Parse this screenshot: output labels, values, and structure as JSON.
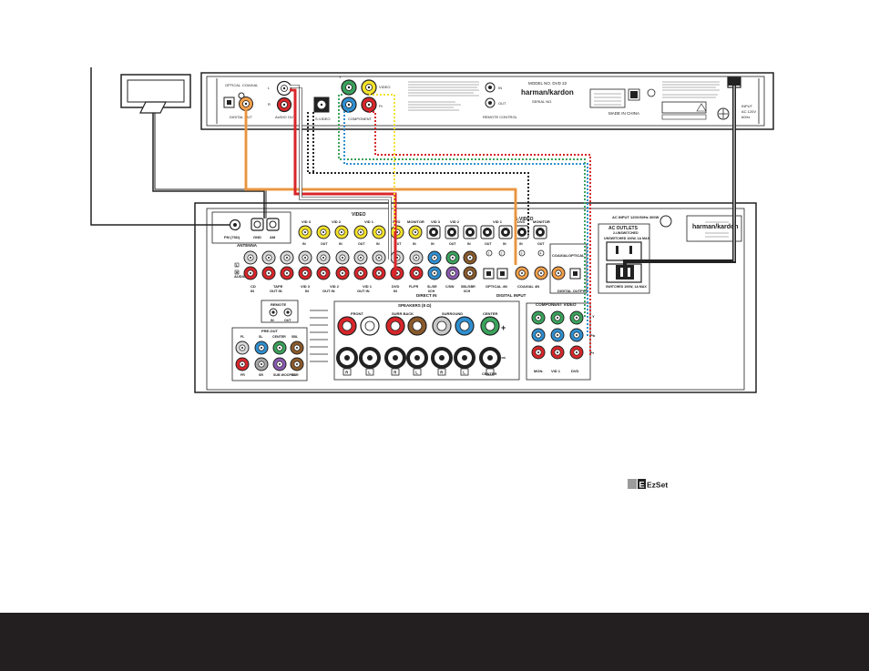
{
  "dvd_player": {
    "brand": "harman/kardon",
    "model": "MODEL NO. DVD 22",
    "labels": {
      "optical": "OPTICAL",
      "coaxial": "COAXIAL",
      "digital_out": "DIGITAL OUT",
      "audio_out": "AUDIO OUT",
      "s_video": "S-VIDEO",
      "component": "COMPONENT",
      "in": "IN",
      "out": "OUT",
      "remote_control": "REMOTE CONTROL",
      "made_in": "MADE IN CHINA",
      "serial": "SERIAL NO.",
      "video": "VIDEO",
      "y": "Y",
      "pb": "Pb",
      "pr": "Pr",
      "input": "INPUT",
      "ac": "AC 120V",
      "hz": "60Hz"
    }
  },
  "receiver": {
    "brand": "harman/kardon",
    "antenna": {
      "title": "ANTENNA",
      "fm": "FM (75Ω)",
      "gnd": "GND",
      "am": "AM"
    },
    "video_title": "VIDEO",
    "svideo_title": "S-VIDEO",
    "audio_label": "AUDIO",
    "l": "L",
    "r": "R",
    "video_row": [
      "VID 3",
      "VID 2",
      "VID 1",
      "DVD",
      "MONITOR"
    ],
    "video_row_sub": [
      "IN",
      "OUT",
      "IN",
      "OUT",
      "IN",
      "OUT",
      "IN",
      "OUT"
    ],
    "svideo_row": [
      "VID 3",
      "VID 2",
      "VID 1",
      "DVD",
      "MONITOR"
    ],
    "svideo_sub": [
      "IN",
      "OUT",
      "IN",
      "OUT",
      "IN",
      "IN",
      "OUT"
    ],
    "audio_groups": [
      {
        "name": "CD",
        "sub": "IN"
      },
      {
        "name": "TAPE",
        "sub": "OUT  IN"
      },
      {
        "name": "VID 3",
        "sub": "IN"
      },
      {
        "name": "VID 2",
        "sub": "OUT  IN"
      },
      {
        "name": "VID 1",
        "sub": "OUT  IN"
      },
      {
        "name": "DVD",
        "sub": "IN"
      }
    ],
    "direct_in": {
      "title": "DIRECT IN",
      "labels": [
        "FL/FR",
        "SL/SR",
        "C/SW",
        "SBL/SBR"
      ],
      "sub": "6CH"
    },
    "digital_input": {
      "title": "DIGITAL INPUT",
      "optical": "OPTICAL 4N",
      "coaxial": "COAXIAL 4N",
      "numbers": [
        "1",
        "2",
        "3",
        "4"
      ]
    },
    "digital_output": {
      "title": "DIGITAL OUTPUT",
      "coaxial": "COAXIAL",
      "optical": "OPTICAL"
    },
    "ac_input": "AC INPUT 120V/60Hz 300W",
    "ac_outlets": {
      "title": "AC OUTLETS",
      "sub": "2-UNSWITCHED",
      "unswitched": "UNSWITCHED 100W, 1A MAX",
      "switched": "SWITCHED 100W, 1A MAX"
    },
    "remote": {
      "title": "REMOTE",
      "in": "IN",
      "out": "OUT"
    },
    "preout": {
      "title": "PRE-OUT",
      "top": [
        "FL",
        "SL",
        "CENTER",
        "SBL"
      ],
      "bottom": [
        "FR",
        "SR",
        "SUB WOOFER",
        "SBR"
      ]
    },
    "speakers": {
      "title": "SPEAKERS (8 Ω)",
      "groups": [
        "FRONT",
        "SURR BACK",
        "SURROUND",
        "CENTER"
      ],
      "bottom": [
        "R",
        "L",
        "R",
        "L",
        "R",
        "L",
        "CENTER"
      ],
      "plus": "+",
      "minus": "−"
    },
    "component_video": {
      "title": "COMPONENT VIDEO",
      "cols": [
        "MON.",
        "VID 1",
        "DVD"
      ],
      "rows": [
        "Y",
        "Pb",
        "Pr"
      ]
    }
  },
  "ezset": {
    "label": "EzSet"
  },
  "colors": {
    "yellow": "#f4e22a",
    "red": "#d8262a",
    "white": "#ffffff",
    "orange": "#f4a04a",
    "green": "#3aa35c",
    "blue": "#2f8fd0",
    "purple": "#8a5ab0",
    "brown": "#8b5a2b",
    "gray": "#a8a8a8",
    "cable_black": "#222222",
    "footer": "#231f20"
  }
}
